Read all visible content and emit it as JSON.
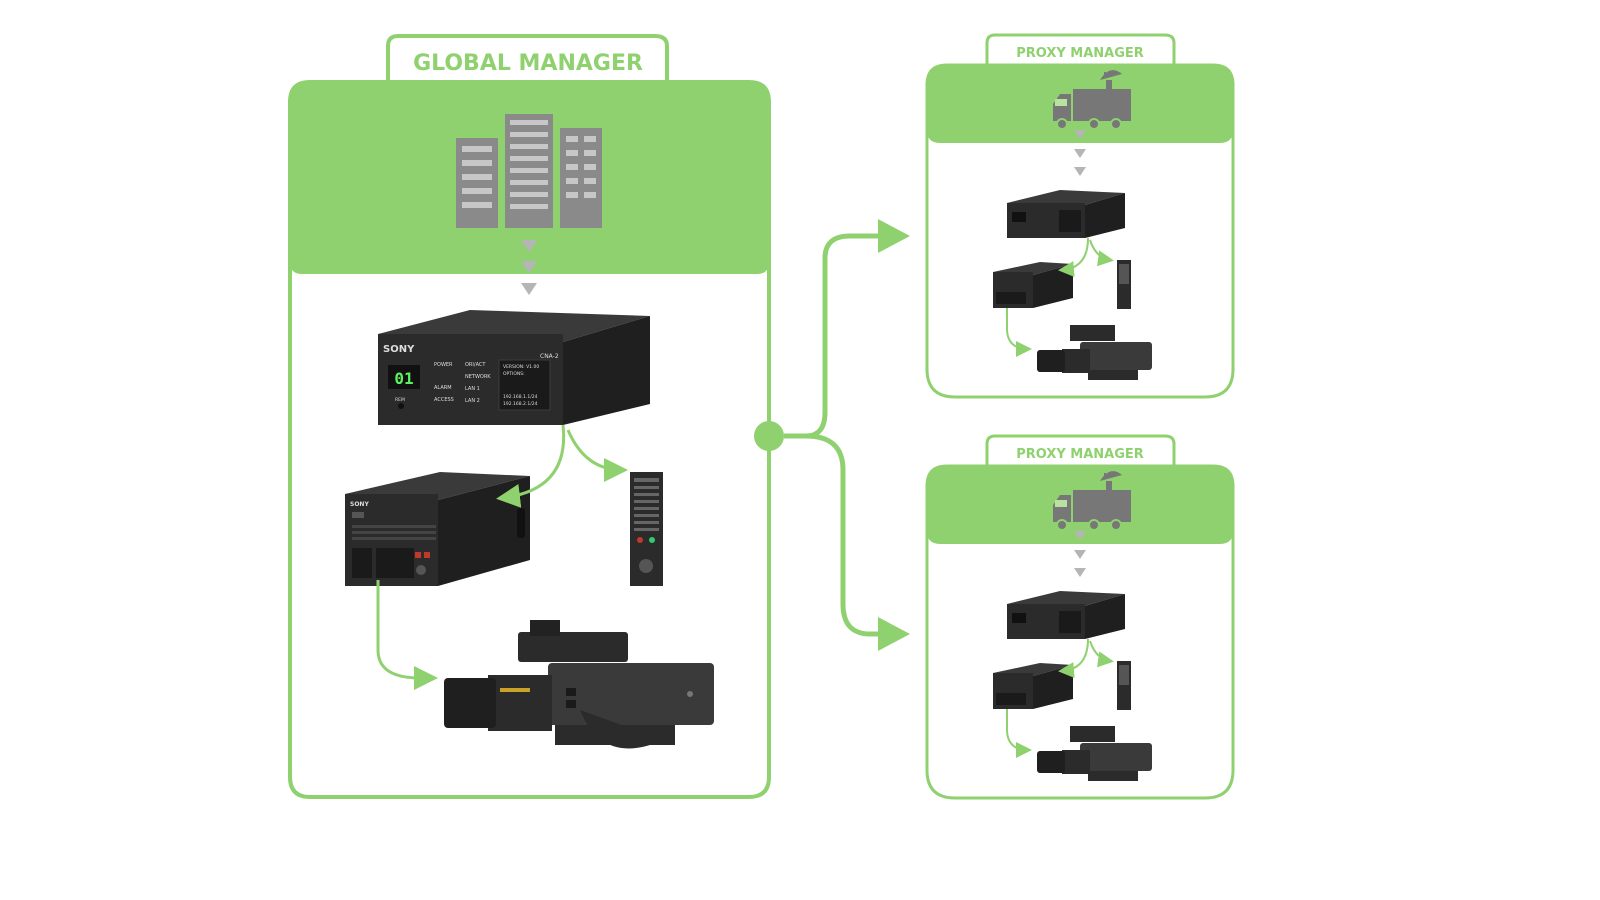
{
  "diagram": {
    "global": {
      "title": "GLOBAL MANAGER"
    },
    "proxies": [
      {
        "title": "PROXY MANAGER"
      },
      {
        "title": "PROXY MANAGER"
      }
    ],
    "device_labels": {
      "brand": "SONY",
      "model": "CNA-2",
      "display": "01",
      "indicators_left": [
        "POWER",
        "ALARM",
        "ACCESS"
      ],
      "indicators_right": [
        "ORI/ACT",
        "NETWORK",
        "LAN 1",
        "LAN 2"
      ],
      "screen_lines": [
        "VERSION: V1.00",
        "OPTIONS:",
        "192.168.1.1/24",
        "192.168.2.1/24"
      ],
      "remote": "REM"
    },
    "colors": {
      "accent": "#8fd16f",
      "icon_gray": "#8a8a8a",
      "arrow_gray": "#b5b5b5",
      "device_dark": "#2b2b2b"
    },
    "icons": [
      "building-icon",
      "ob-van-icon",
      "satellite-dish-icon",
      "camera-icon",
      "remote-control-icon"
    ]
  }
}
